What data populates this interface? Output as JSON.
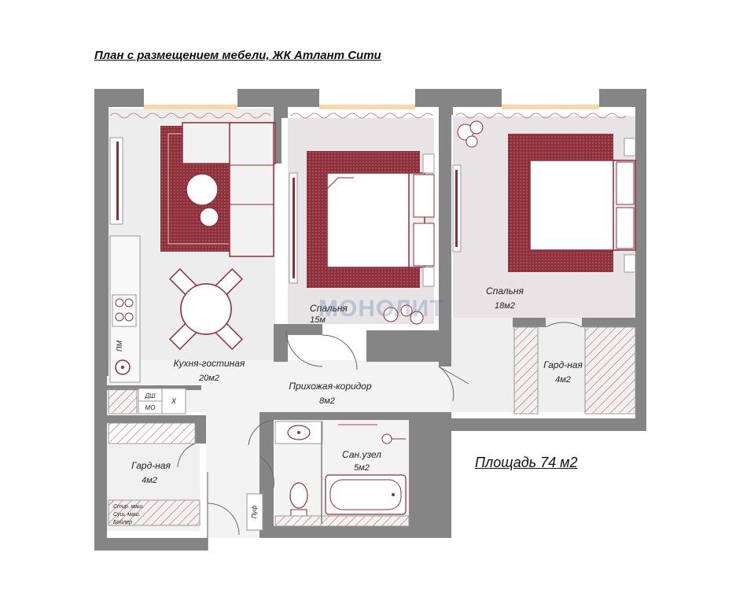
{
  "title": "План с размещением мебели, ЖК Атлант Сити",
  "total_area": "Площадь 74 м2",
  "watermark": "МОНОЛИТ",
  "rooms": {
    "kitchen": {
      "name": "Кухня-гостиная",
      "area": "20м2"
    },
    "bedroom1": {
      "name": "Спальня",
      "area": "15м"
    },
    "bedroom2": {
      "name": "Спальня",
      "area": "18м2"
    },
    "hallway": {
      "name": "Прихожая-коридор",
      "area": "8м2"
    },
    "wardrobe_right": {
      "name": "Гард-ная",
      "area": "4м2"
    },
    "wardrobe_left": {
      "name": "Гард-ная",
      "area": "4м2"
    },
    "bathroom": {
      "name": "Сан.узел",
      "area": "5м2"
    }
  },
  "appliance_labels": {
    "pm": "ПМ",
    "dsh": "ДШ",
    "mo": "МО",
    "x": "Х",
    "pouf": "Пуф",
    "storage_lines": [
      "Стир. маш.",
      "Суш. маш.",
      "Бойлер"
    ]
  },
  "colors": {
    "wall": "#858585",
    "floor": "#ececec",
    "accent": "#8e2f3c",
    "bed_floor": "#e7e1e2"
  }
}
